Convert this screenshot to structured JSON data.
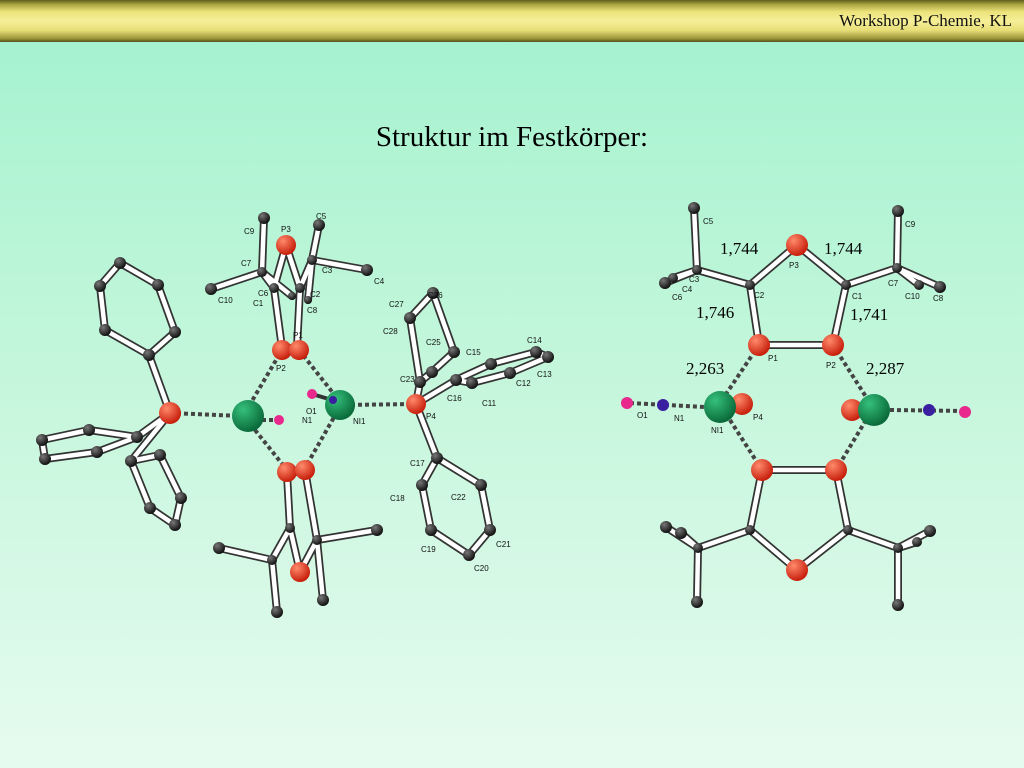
{
  "header": {
    "text": "Workshop P-Chemie, KL"
  },
  "title": "Struktur im Festkörper:",
  "colors": {
    "background_top": "#a2f2cf",
    "background_bottom": "#e6fbef",
    "topbar": "#f6ef98",
    "phosphorus_atom": "#e02a12",
    "nickel_atom": "#0e8a4e",
    "carbon_atom": "#1a1a1a",
    "nitrogen_atom": "#3a1fa0",
    "oxygen_atom": "#e8288c"
  },
  "left_diagram": {
    "labels": [
      "C5",
      "C9",
      "P3",
      "C7",
      "C3",
      "C4",
      "C10",
      "C1",
      "C6",
      "C2",
      "C8",
      "P1",
      "P2",
      "O1",
      "N1",
      "NI1",
      "C27",
      "C26",
      "C28",
      "C25",
      "C15",
      "C14",
      "C13",
      "C12",
      "C11",
      "C23",
      "C16",
      "P4",
      "C17",
      "C18",
      "C22",
      "C19",
      "C20",
      "C21"
    ]
  },
  "right_diagram": {
    "labels": [
      "C5",
      "P3",
      "C9",
      "C3",
      "C4",
      "C6",
      "C2",
      "C1",
      "C7",
      "C10",
      "C8",
      "P1",
      "P2",
      "O1",
      "N1",
      "NI1",
      "P4"
    ],
    "bond_lengths": [
      "1,744",
      "1,744",
      "1,746",
      "1,741",
      "2,263",
      "2,287"
    ]
  }
}
